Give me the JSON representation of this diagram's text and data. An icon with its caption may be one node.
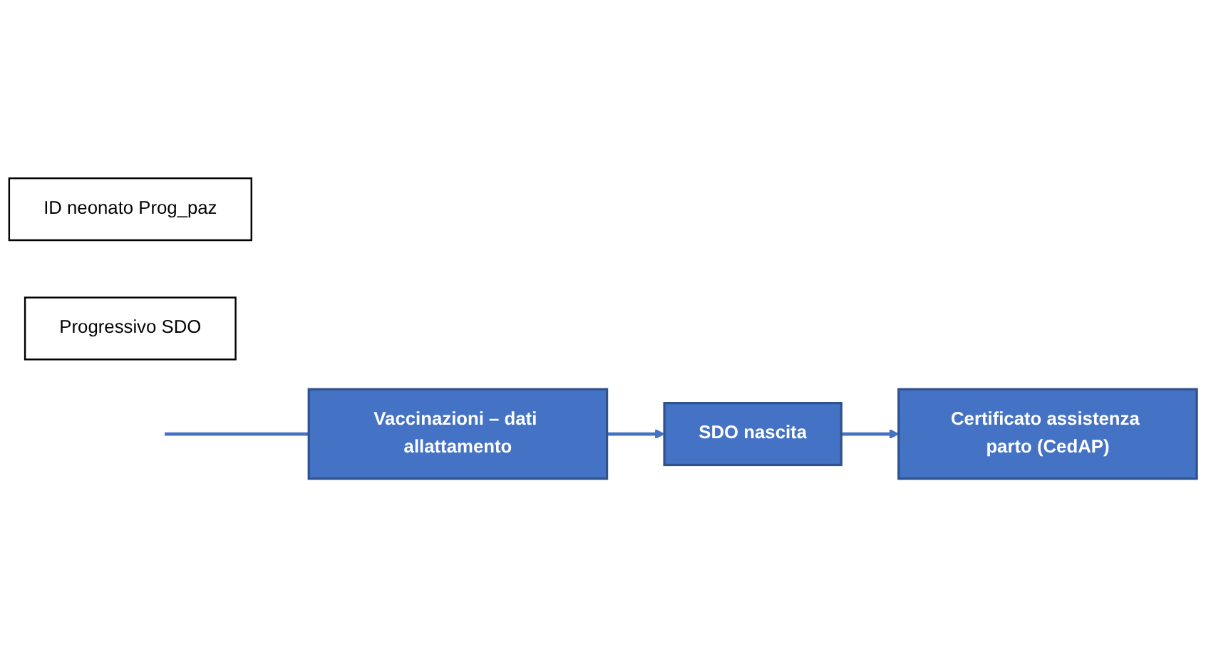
{
  "diagram": {
    "nodes": [
      {
        "text": [
          "Vaccinazioni – dati allattamento"
        ]
      },
      {
        "text": [
          "Certificato assistenza parto (CedAP)"
        ]
      },
      {
        "text": [
          "ID neonato Prog_paz"
        ]
      },
      {
        "text": [
          "SDO nascita"
        ]
      },
      {
        "text": [
          "Progressivo SDO"
        ]
      }
    ],
    "edges": [
      {
        "from": null,
        "to": 0,
        "arrow": "none"
      },
      {
        "from": 0,
        "to": 3,
        "arrow": "to"
      },
      {
        "from": 3,
        "to": 1,
        "arrow": "to"
      }
    ]
  }
}
